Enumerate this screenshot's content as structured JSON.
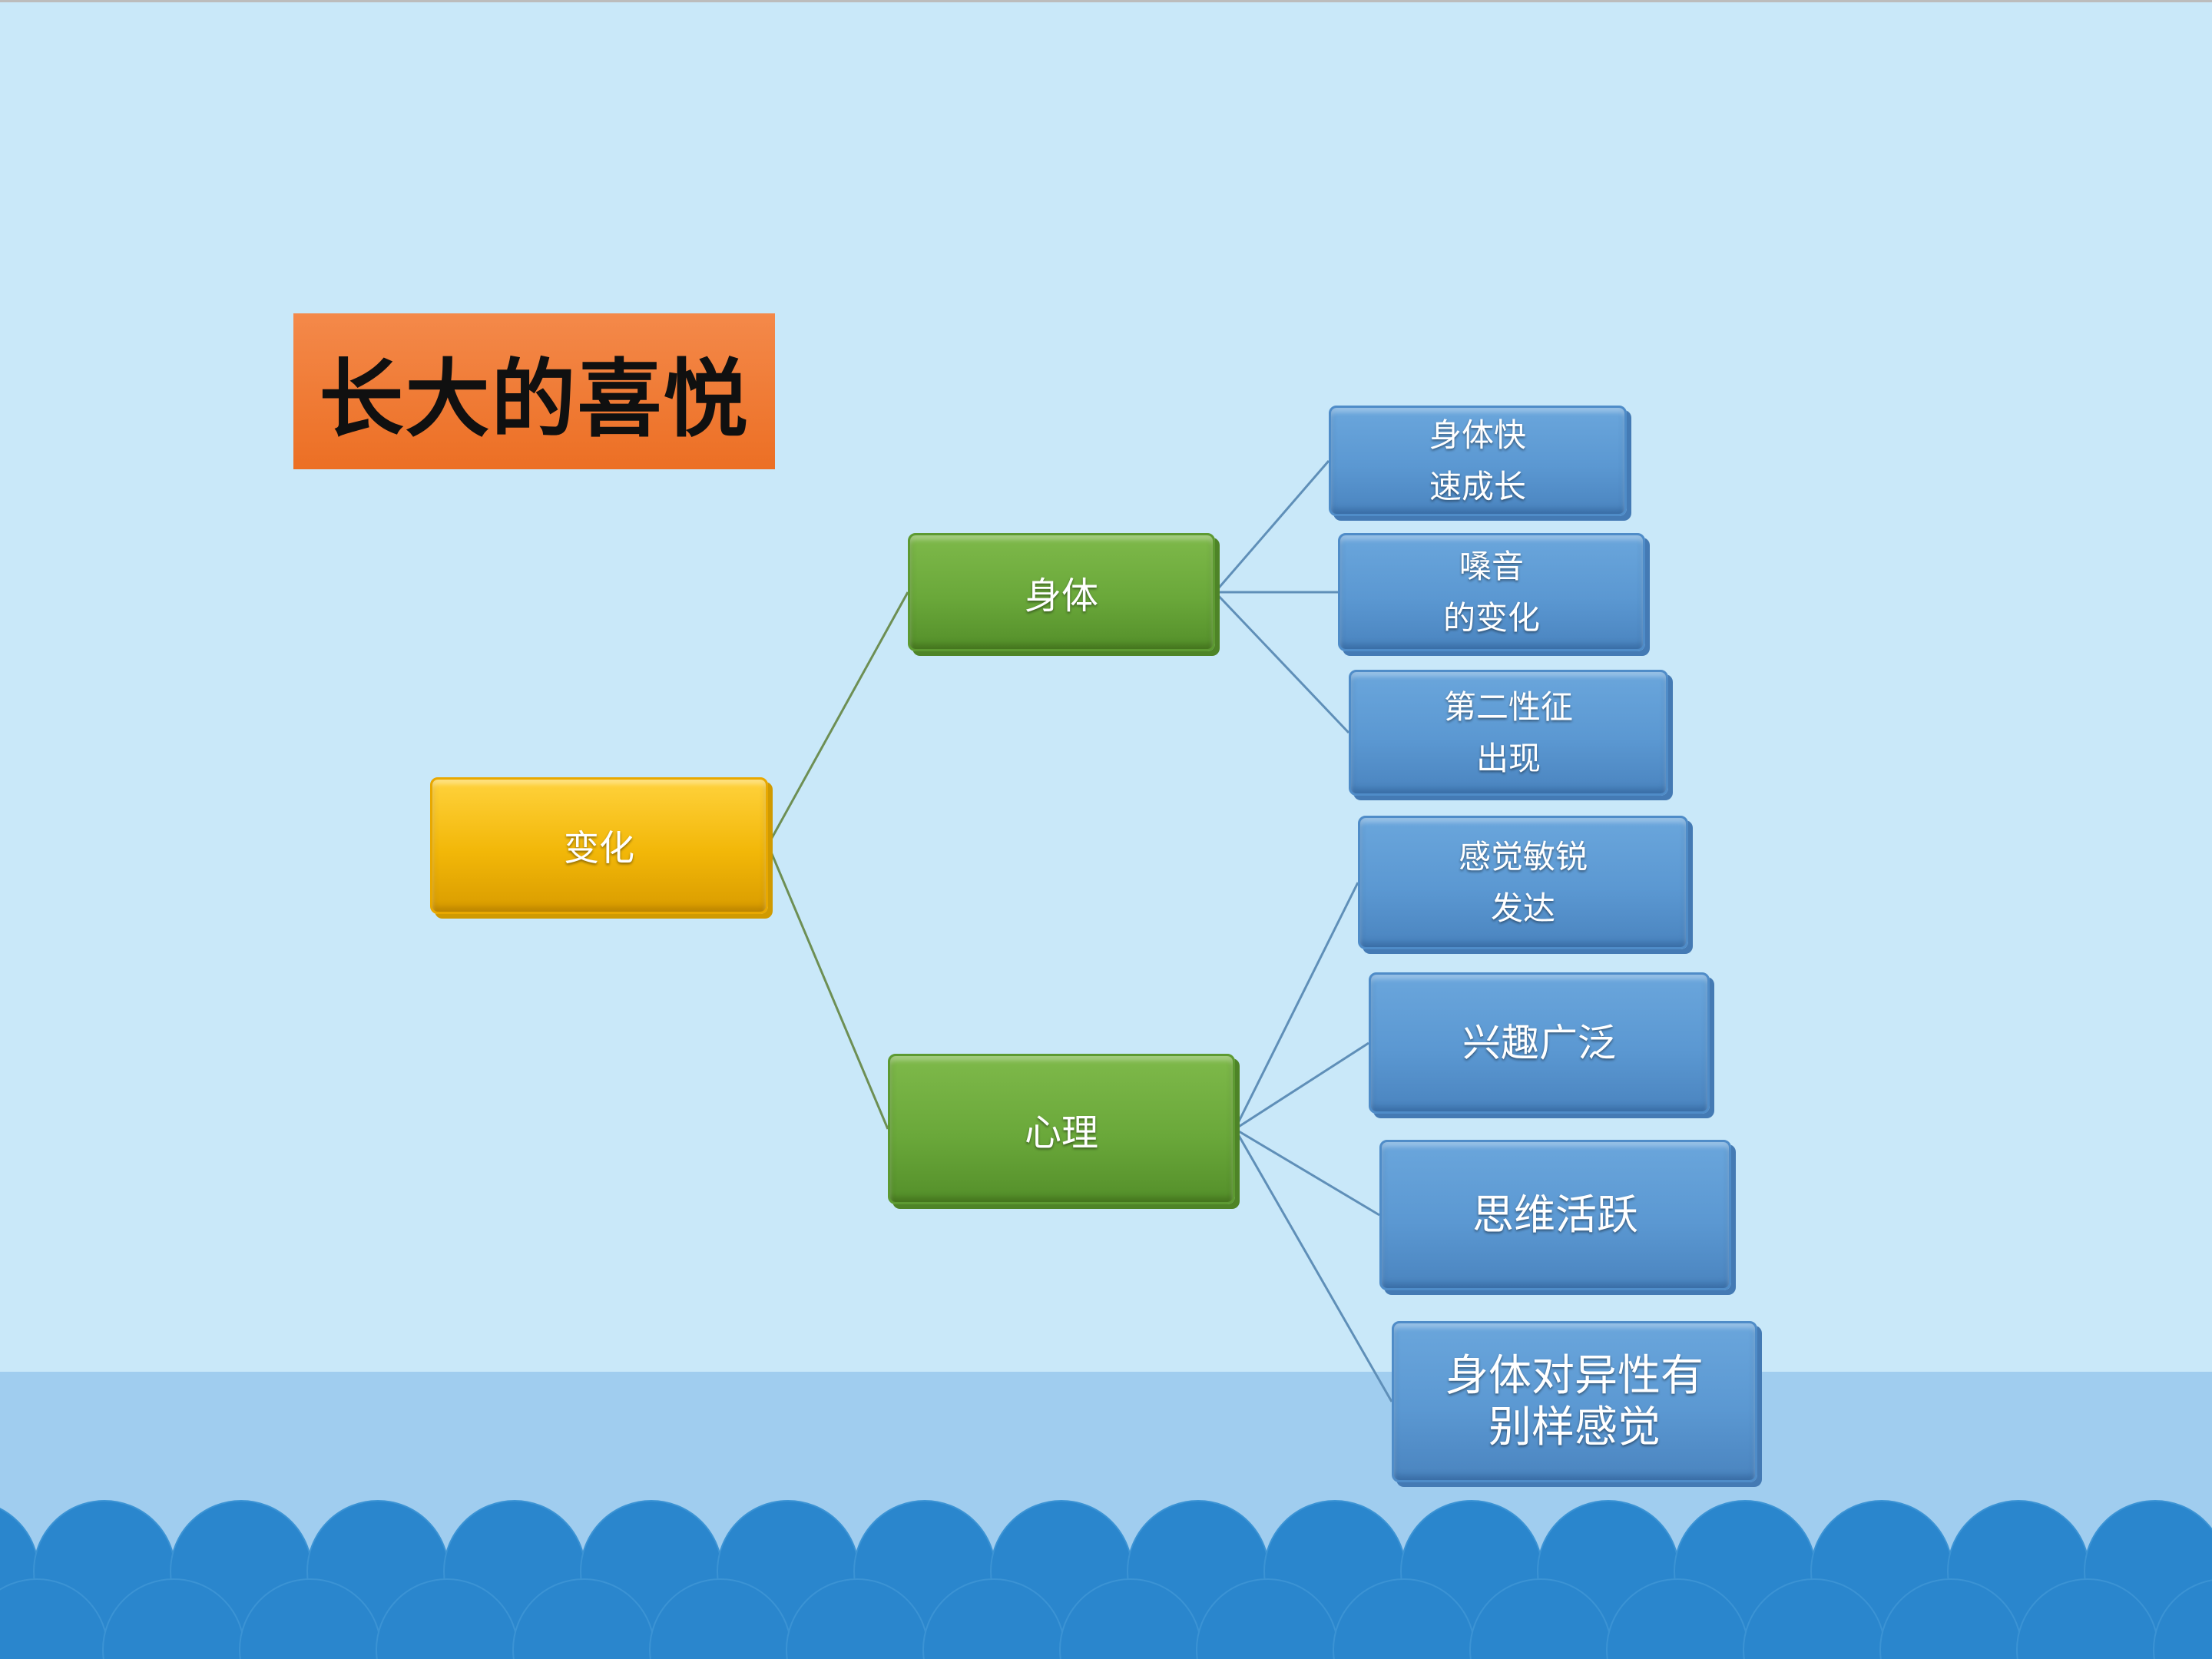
{
  "title": "长大的喜悦",
  "diagram": {
    "root": {
      "label": "变化",
      "color": "#f2b708"
    },
    "branches": [
      {
        "label": "身体",
        "color": "#6aa83a",
        "children": [
          "身体快\n速成长",
          "嗓音\n的变化",
          "第二性征\n出现"
        ]
      },
      {
        "label": "心理",
        "color": "#6aa83a",
        "children": [
          "感觉敏锐\n发达",
          "兴趣广泛",
          "思维活跃",
          "身体对异性有\n别样感觉"
        ]
      }
    ],
    "leaf_color": "#5b98d2"
  },
  "colors": {
    "background": "#c9e8f9",
    "title_bg": "#ec6f24",
    "wave": "#2a86cd"
  }
}
